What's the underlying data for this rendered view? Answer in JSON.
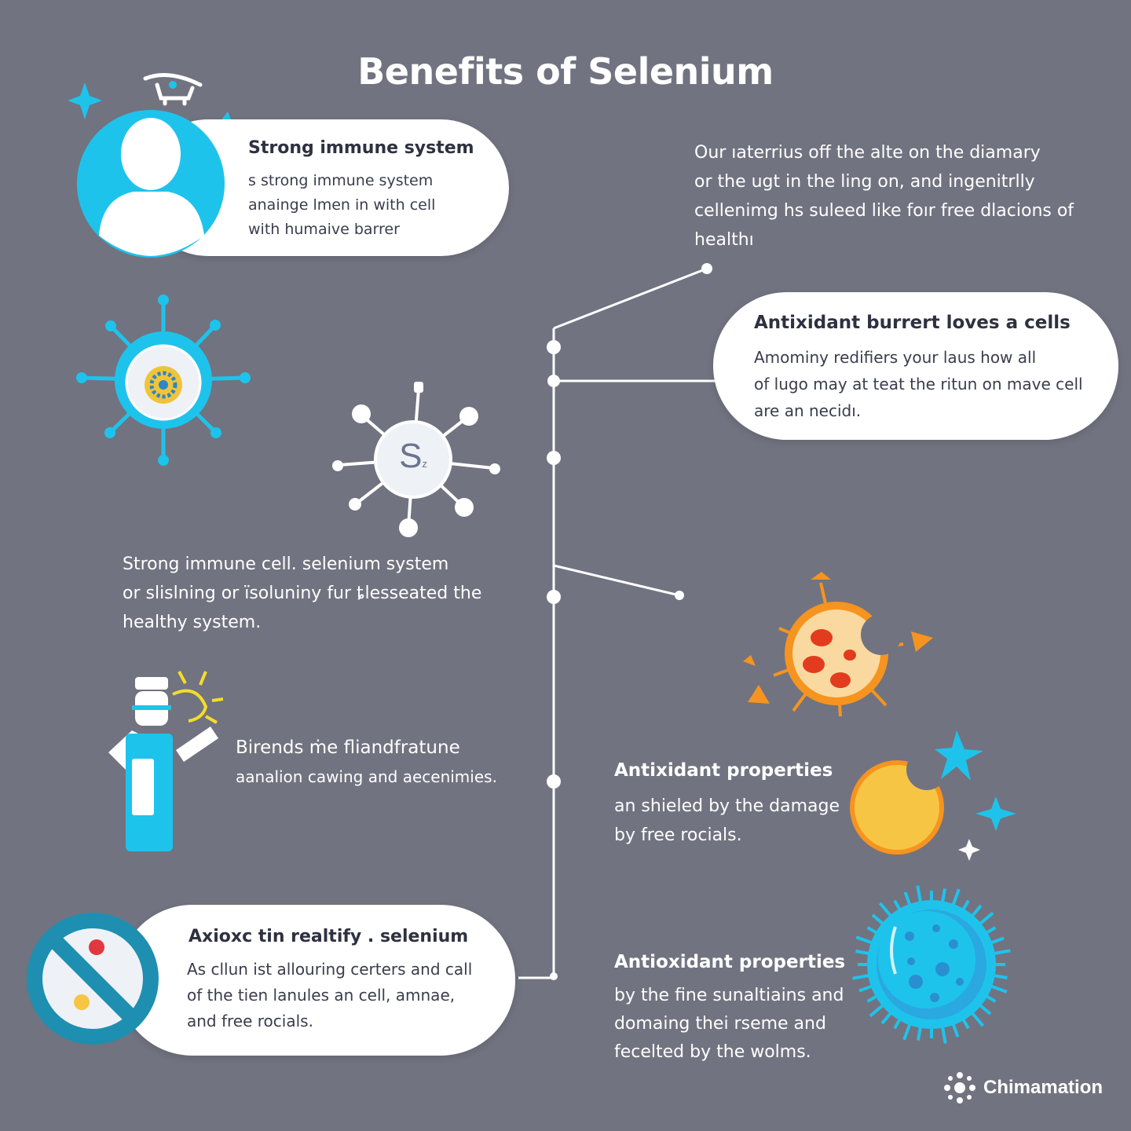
{
  "title": "Benefits of Selenium",
  "colors": {
    "background": "#717380",
    "accent_blue": "#1ec3ec",
    "accent_orange": "#f6941f",
    "accent_yellow": "#f7c544",
    "card": "#ffffff"
  },
  "card_immune": {
    "title": "Strong immune system",
    "lines": [
      "s strong immune system",
      "anainge lmen in with cell",
      "with humaive barrer"
    ]
  },
  "top_right_text": {
    "lines": [
      "Our ıaterrius off the alte on the diamary",
      "or the ugt in the ling on, and ingenitrlly",
      "cellenimg hs suleed like foır free dlacions of",
      "healthı"
    ]
  },
  "card_antioxidant_top": {
    "title": "Antixidant burrert loves a cells",
    "lines": [
      "Amominy redifiers your laus how all",
      "of lugo may at teat the ritun on mave cell",
      "are an necidı."
    ]
  },
  "selenium_icon": {
    "symbol": "S",
    "subscript": "z"
  },
  "mid_left_text": {
    "lines": [
      "Strong immune cell. selenium system",
      "or slislning or ïsoluniny fur ȶlesseated the",
      "healthy system."
    ]
  },
  "person_text": {
    "lines": [
      "Birends ṁe fliandfratune",
      "aanalion cawing and aecenimies."
    ]
  },
  "antioxidant_mid": {
    "title": "Antixidant properties",
    "lines": [
      "an shieled by the damage",
      "by free rocials."
    ]
  },
  "card_bottom_left": {
    "title": "Axioxc tin realtify . selenium",
    "lines": [
      "As cllun ist allouring certers and call",
      "of the tien lanules an cell, amnae,",
      "and free rocials."
    ]
  },
  "antioxidant_bottom": {
    "title": "Antioxidant properties",
    "lines": [
      "by the fine sunaltiains and",
      "domaing thei rseme and",
      "fecelted by the wolms."
    ]
  },
  "brand": {
    "name": "Chimamation"
  },
  "icons": [
    "person-avatar-icon",
    "drone-icon",
    "sparkle-icon",
    "virus-cell-icon",
    "selenium-molecule-icon",
    "sun-icon",
    "person-bottle-icon",
    "bacteria-icon",
    "moon-icon",
    "star-icon",
    "germ-icon",
    "no-symbol-icon",
    "brand-logo-icon"
  ]
}
